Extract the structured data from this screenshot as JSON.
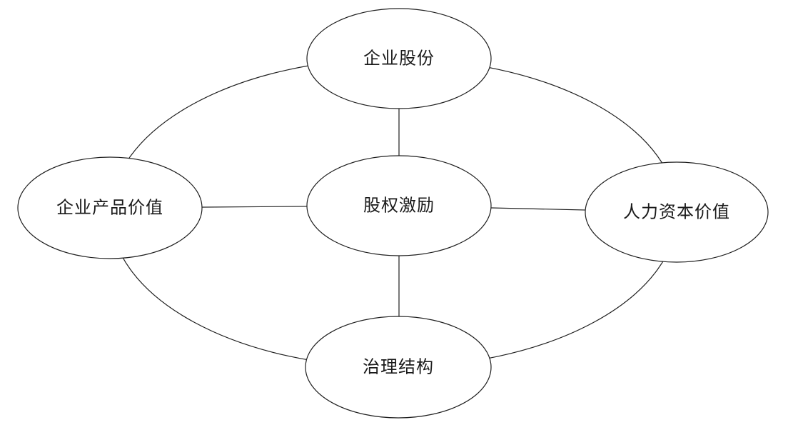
{
  "diagram": {
    "type": "concept-map",
    "background_color": "#ffffff",
    "stroke_color": "#1f1f1f",
    "text_color": "#1a1a1a",
    "nodes": {
      "center": {
        "label": "股权激励"
      },
      "top": {
        "label": "企业股份"
      },
      "left": {
        "label": "企业产品价值"
      },
      "right": {
        "label": "人力资本价值"
      },
      "bottom": {
        "label": "治理结构"
      }
    },
    "edges": [
      {
        "from": "center",
        "to": "top",
        "style": "straight"
      },
      {
        "from": "center",
        "to": "bottom",
        "style": "straight"
      },
      {
        "from": "center",
        "to": "left",
        "style": "straight"
      },
      {
        "from": "center",
        "to": "right",
        "style": "straight"
      },
      {
        "from": "top",
        "to": "left",
        "style": "arc"
      },
      {
        "from": "top",
        "to": "right",
        "style": "arc"
      },
      {
        "from": "left",
        "to": "bottom",
        "style": "arc"
      },
      {
        "from": "right",
        "to": "bottom",
        "style": "arc"
      }
    ]
  }
}
